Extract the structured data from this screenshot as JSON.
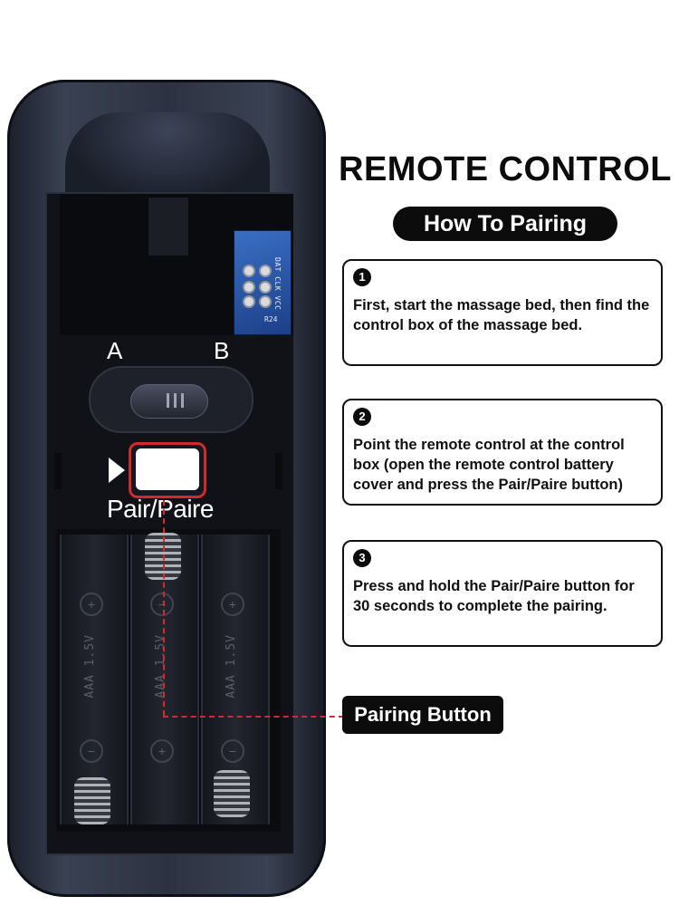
{
  "title": "REMOTE CONTROL",
  "subtitle": "How To Pairing",
  "steps": [
    {
      "number": "1",
      "text": "First, start the massage bed, then find the control box of the massage bed."
    },
    {
      "number": "2",
      "text": "Point the remote control at the control box (open the remote control battery cover and press the Pair/Paire button)"
    },
    {
      "number": "3",
      "text": "Press and hold the Pair/Paire button for 30 seconds to complete the pairing."
    }
  ],
  "remote": {
    "switch_label_a": "A",
    "switch_label_b": "B",
    "pair_label": "Pair/Paire",
    "pcb_pin_labels": "DAT CLK VCC",
    "pcb_component": "R24",
    "battery_label": "AAA 1.5V",
    "polarity_plus": "+",
    "polarity_minus": "−"
  },
  "callout": "Pairing Button",
  "colors": {
    "accent_red": "#cf2b2b",
    "pcb_blue": "#2a5bb0",
    "label_black": "#0c0c0c"
  }
}
